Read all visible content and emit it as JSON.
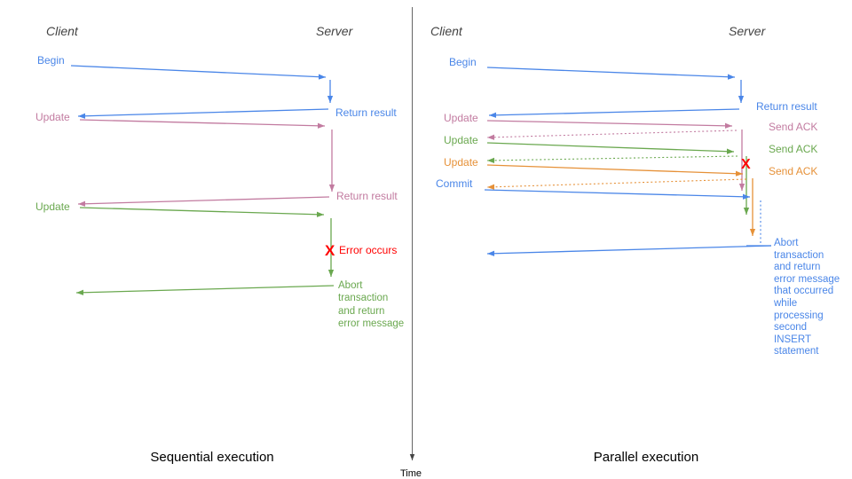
{
  "colors": {
    "blue": "#4a86e8",
    "pink": "#c27ba0",
    "green": "#6aa84f",
    "orange": "#e69138",
    "red": "#ff0000",
    "header_gray": "#434343",
    "axis_gray": "#666666"
  },
  "time_axis": {
    "label": "Time"
  },
  "sequential": {
    "caption": "Sequential execution",
    "client_header": "Client",
    "server_header": "Server",
    "begin_label": "Begin",
    "return_result_1": "Return result",
    "update_1": "Update",
    "return_result_2": "Return result",
    "update_2": "Update",
    "error_x": "X",
    "error_label": "Error occurs",
    "abort_lines": [
      "Abort",
      "transaction",
      "and return",
      "error message"
    ]
  },
  "parallel": {
    "caption": "Parallel execution",
    "client_header": "Client",
    "server_header": "Server",
    "begin_label": "Begin",
    "return_result": "Return result",
    "update_1": "Update",
    "send_ack_1": "Send ACK",
    "update_2": "Update",
    "send_ack_2": "Send ACK",
    "update_3": "Update",
    "send_ack_3": "Send ACK",
    "commit_label": "Commit",
    "error_x": "X",
    "abort_lines": [
      "Abort",
      "transaction",
      "and return",
      "error message",
      "that occurred",
      "while",
      "processing",
      "second",
      "INSERT",
      "statement"
    ]
  }
}
